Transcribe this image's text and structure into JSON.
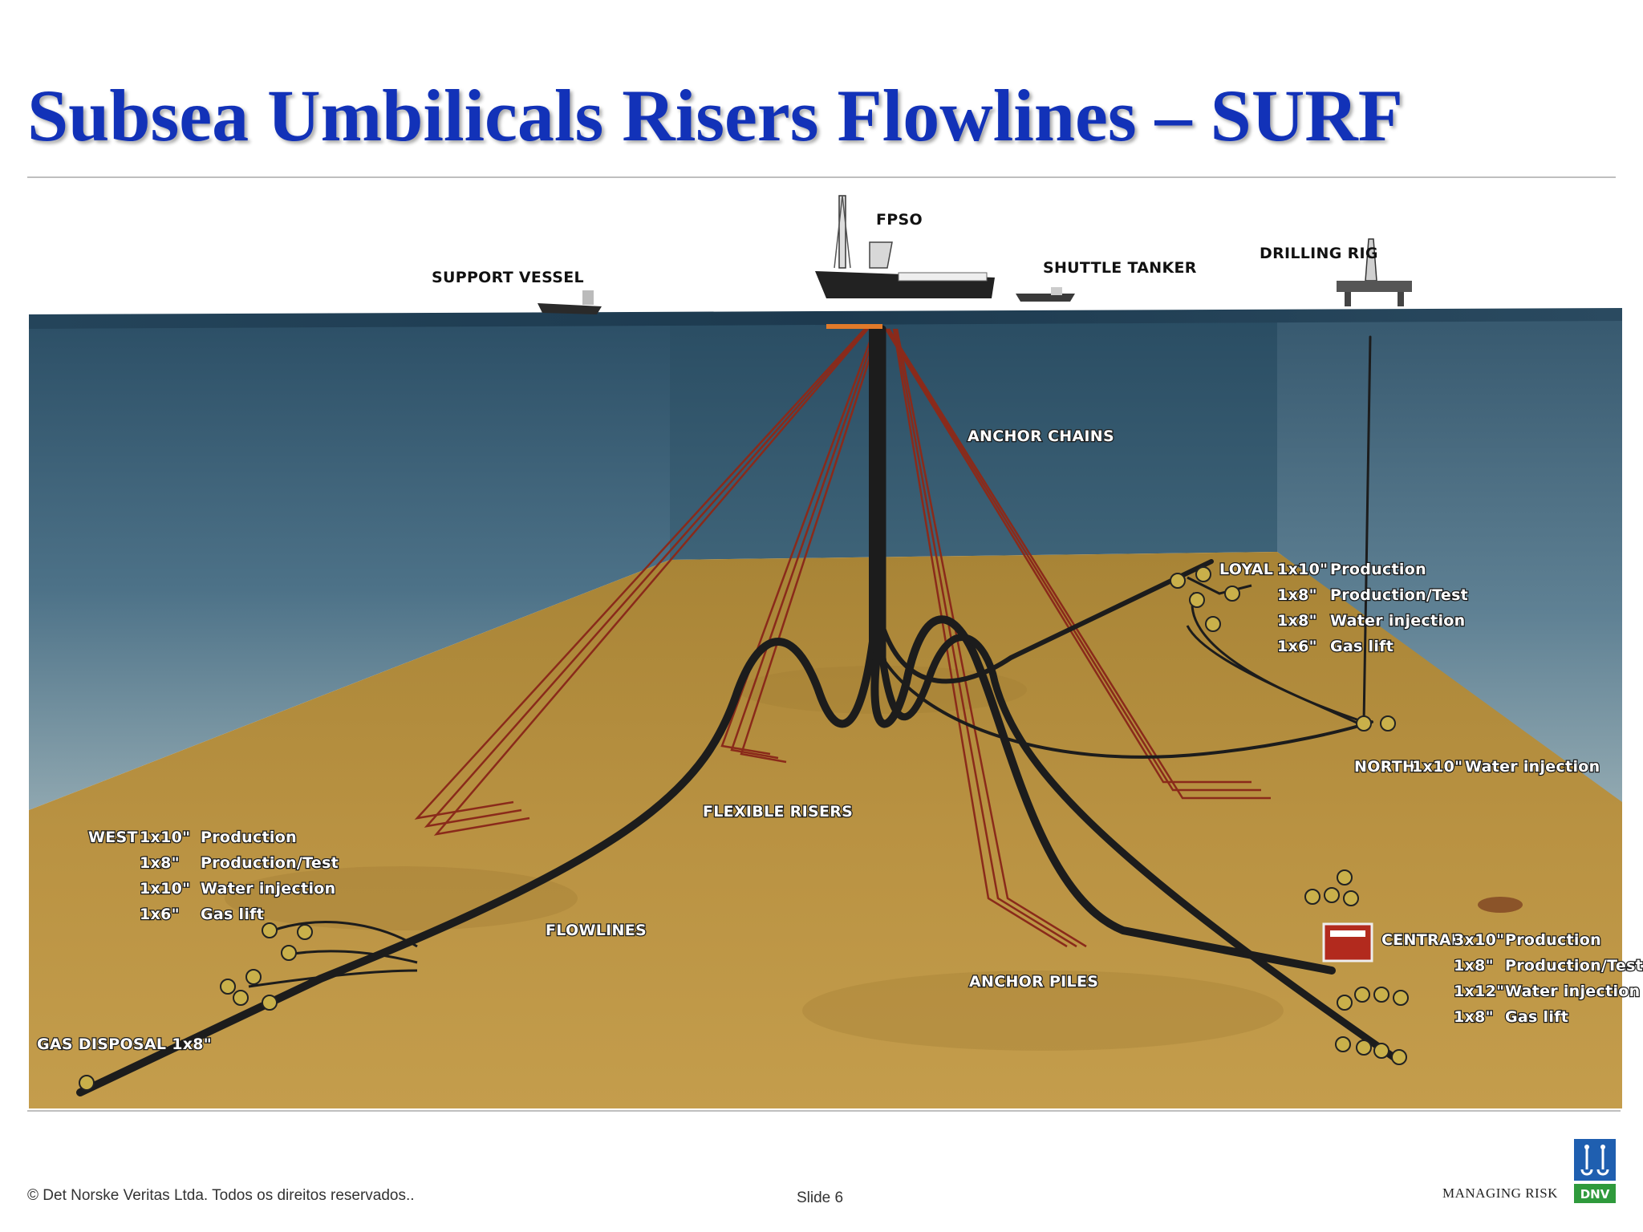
{
  "slide": {
    "title": "Subsea Umbilicals Risers Flowlines – SURF"
  },
  "diagram": {
    "surface_labels": {
      "fpso": "FPSO",
      "support_vessel": "SUPPORT VESSEL",
      "shuttle_tanker": "SHUTTLE TANKER",
      "drilling_rig": "DRILLING RIG"
    },
    "labels": {
      "anchor_chains": "ANCHOR CHAINS",
      "flexible_risers": "FLEXIBLE RISERS",
      "flowlines": "FLOWLINES",
      "anchor_piles": "ANCHOR PILES",
      "gas_disposal": "GAS DISPOSAL  1x8\""
    },
    "loyal": {
      "name": "LOYAL",
      "lines": [
        {
          "size": "1x10\"",
          "service": "Production"
        },
        {
          "size": "1x8\"",
          "service": "Production/Test"
        },
        {
          "size": "1x8\"",
          "service": "Water injection"
        },
        {
          "size": "1x6\"",
          "service": "Gas lift"
        }
      ]
    },
    "north": {
      "name": "NORTH",
      "size": "1x10\"",
      "service": "Water injection"
    },
    "west": {
      "name": "WEST",
      "lines": [
        {
          "size": "1x10\"",
          "service": "Production"
        },
        {
          "size": "1x8\"",
          "service": "Production/Test"
        },
        {
          "size": "1x10\"",
          "service": "Water injection"
        },
        {
          "size": "1x6\"",
          "service": "Gas lift"
        }
      ]
    },
    "central": {
      "name": "CENTRAL",
      "lines": [
        {
          "size": "3x10\"",
          "service": "Production"
        },
        {
          "size": "1x8\"",
          "service": "Production/Test"
        },
        {
          "size": "1x12\"",
          "service": "Water injection"
        },
        {
          "size": "1x8\"",
          "service": "Gas lift"
        }
      ]
    },
    "colors": {
      "water_deep": "#2f5268",
      "water_light": "#6f8fa0",
      "seabed": "#b08a3e",
      "anchor_chain": "#8a2a1a",
      "riser": "#1c1c1c"
    }
  },
  "footer": {
    "copyright": "© Det Norske Veritas Ltda. Todos os direitos reservados..",
    "slide_number": "Slide 6",
    "tagline": "MANAGING RISK",
    "logo_text": "DNV"
  }
}
